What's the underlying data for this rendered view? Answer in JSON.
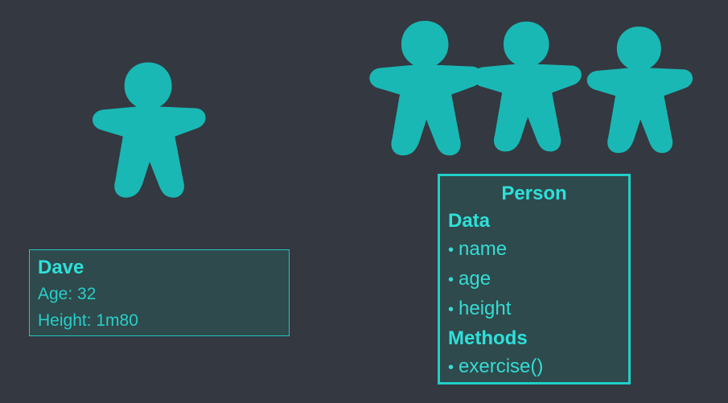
{
  "colors": {
    "background": "#343840",
    "figure": "#19b8b4",
    "accent": "#2ee0da",
    "box_fill": "#2f4a4c"
  },
  "icons": [
    "person-figure-icon"
  ],
  "dave": {
    "name": "Dave",
    "age": "Age: 32",
    "height": "Height: 1m80"
  },
  "person_class": {
    "title": "Person",
    "data_heading": "Data",
    "data_items": [
      "name",
      "age",
      "height"
    ],
    "methods_heading": "Methods",
    "method_items": [
      "exercise()"
    ],
    "bullet": "•"
  }
}
